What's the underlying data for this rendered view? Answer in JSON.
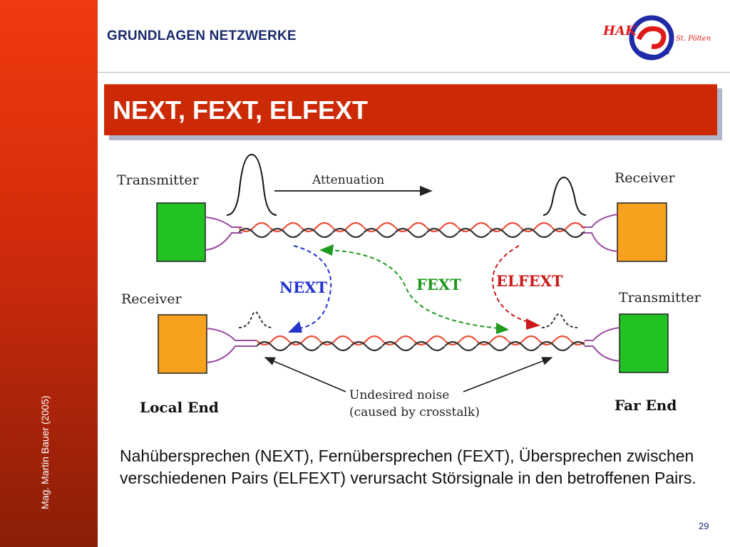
{
  "header": {
    "title": "GRUNDLAGEN NETZWERKE",
    "logo": {
      "brand_text": "HAK",
      "location_text": "St. Pölten"
    }
  },
  "sidebar": {
    "author": "Mag. Martin Bauer (2005)"
  },
  "slide": {
    "title": "NEXT, FEXT, ELFEXT",
    "page_number": "29"
  },
  "diagram": {
    "top_left_label": "Transmitter",
    "top_right_label": "Receiver",
    "bottom_left_label": "Receiver",
    "bottom_right_label": "Transmitter",
    "attenuation_label": "Attenuation",
    "next_label": "NEXT",
    "fext_label": "FEXT",
    "elfext_label": "ELFEXT",
    "noise_label_line1": "Undesired noise",
    "noise_label_line2": "(caused by crosstalk)",
    "local_end_label": "Local End",
    "far_end_label": "Far End",
    "colors": {
      "transmitter": "#22c222",
      "receiver": "#f7a21e",
      "next": "#2433cc",
      "fext": "#1e9a1e",
      "elfext": "#cc1a1a",
      "wire_red": "#e8503a",
      "wire_dark": "#333333",
      "wire_purple": "#9b4ba0"
    }
  },
  "caption": "Nahübersprechen (NEXT), Fernübersprechen (FEXT), Übersprechen zwischen verschiedenen Pairs (ELFEXT) verursacht Störsignale in den betroffenen Pairs."
}
